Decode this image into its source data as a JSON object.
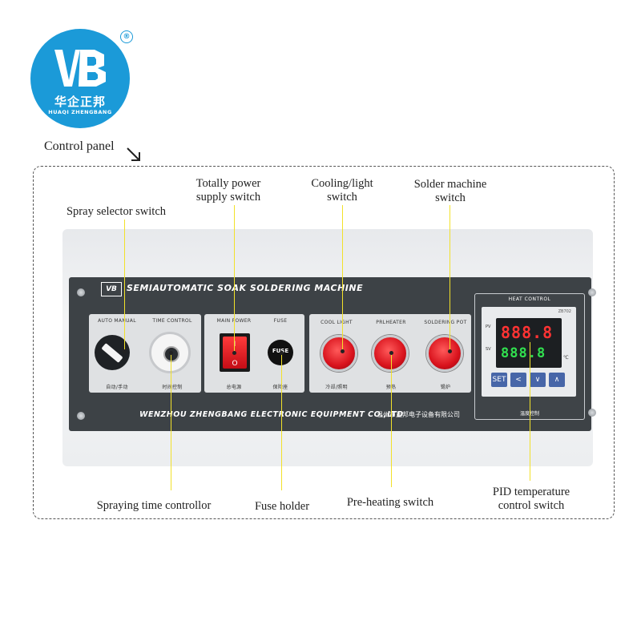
{
  "logo": {
    "chinese": "华企正邦",
    "english": "HUAQI ZHENGBANG",
    "registered_mark": "®",
    "monogram": "VB"
  },
  "section_title": "Control panel",
  "labels": {
    "spray_selector": "Spray selector switch",
    "total_power_1": "Totally power",
    "total_power_2": "supply switch",
    "cooling_1": "Cooling/light",
    "cooling_2": "switch",
    "solder_1": "Solder machine",
    "solder_2": "switch",
    "spraying_time": "Spraying time controllor",
    "fuse_holder": "Fuse holder",
    "preheating": "Pre-heating switch",
    "pid_1": "PID temperature",
    "pid_2": "control switch"
  },
  "faceplate": {
    "brand_badge": "VB",
    "title": "SEMIAUTOMATIC SOAK SOLDERING MACHINE",
    "footer": "WENZHOU ZHENGBANG ELECTRONIC EQUIPMENT CO.,LTD",
    "footer_cn": "温州市正邦电子设备有限公司",
    "group1": {
      "left": "AUTO MANUAL",
      "right": "TIME CONTROL",
      "left_cn": "自动/手动",
      "right_cn": "时间控制"
    },
    "group2": {
      "left": "MAIN POWER",
      "right": "FUSE",
      "left_cn": "总电源",
      "right_cn": "保险座",
      "fuse_text": "FUSE"
    },
    "group3": {
      "b1": "COOL LIGHT",
      "b2": "PRLHEATER",
      "b3": "SOLDERING POT",
      "b1_cn": "冷却/照明",
      "b2_cn": "预热",
      "b3_cn": "锡炉"
    },
    "pid": {
      "head": "HEAT CONTROL",
      "model": "ZB702",
      "pv": "888.8",
      "sv": "888.8",
      "pv_label": "PV",
      "sv_label": "SV",
      "unit": "℃",
      "keys": [
        "SET",
        "<",
        "∨",
        "∧"
      ],
      "foot": "温度控制"
    }
  },
  "colors": {
    "logo_blue": "#1b9ad8",
    "button_red": "#d8121c",
    "leader_yellow": "#f2e12a",
    "panel_dark": "#3d4246"
  }
}
